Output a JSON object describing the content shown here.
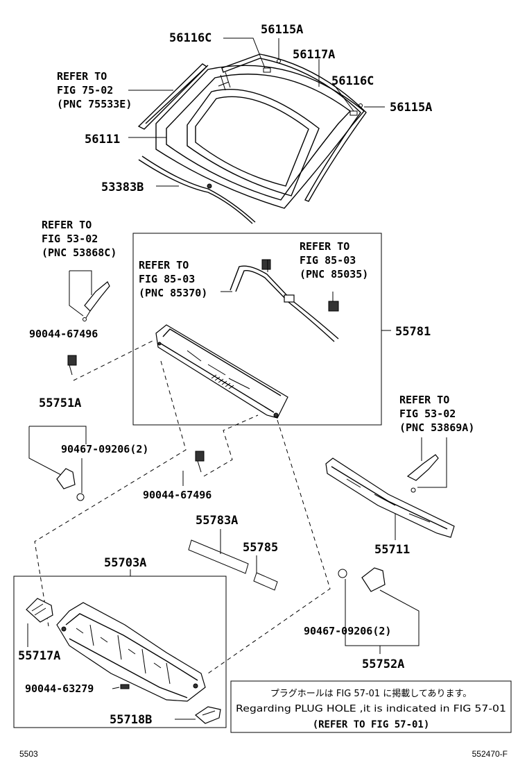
{
  "labels": {
    "p56116C_top": "56116C",
    "p56115A_top": "56115A",
    "p56117A": "56117A",
    "p56116C_right": "56116C",
    "p56115A_right": "56115A",
    "p56111": "56111",
    "p53383B": "53383B",
    "p55781": "55781",
    "p90044_67496_a": "90044-67496",
    "p55751A": "55751A",
    "p90467_09206_a": "90467-09206(2)",
    "p90044_67496_b": "90044-67496",
    "p55783A": "55783A",
    "p55785": "55785",
    "p55703A": "55703A",
    "p55711": "55711",
    "p55717A": "55717A",
    "p90044_63279": "90044-63279",
    "p55718B": "55718B",
    "p90467_09206_b": "90467-09206(2)",
    "p55752A": "55752A"
  },
  "refs": {
    "r1": {
      "l1": "REFER TO",
      "l2": "FIG 75-02",
      "l3": "(PNC 75533E)"
    },
    "r2": {
      "l1": "REFER TO",
      "l2": "FIG 53-02",
      "l3": "(PNC 53868C)"
    },
    "r3": {
      "l1": "REFER TO",
      "l2": "FIG 85-03",
      "l3": "(PNC 85370)"
    },
    "r4": {
      "l1": "REFER TO",
      "l2": "FIG 85-03",
      "l3": "(PNC 85035)"
    },
    "r5": {
      "l1": "REFER TO",
      "l2": "FIG 53-02",
      "l3": "(PNC 53869A)"
    }
  },
  "note": {
    "line1": "プラグホールは FIG 57-01 に掲載してあります。",
    "line2": "Regarding PLUG HOLE ,it is indicated in FIG 57-01",
    "line3": "(REFER TO FIG 57-01)"
  },
  "footer": {
    "left": "5503",
    "right": "552470-F"
  }
}
